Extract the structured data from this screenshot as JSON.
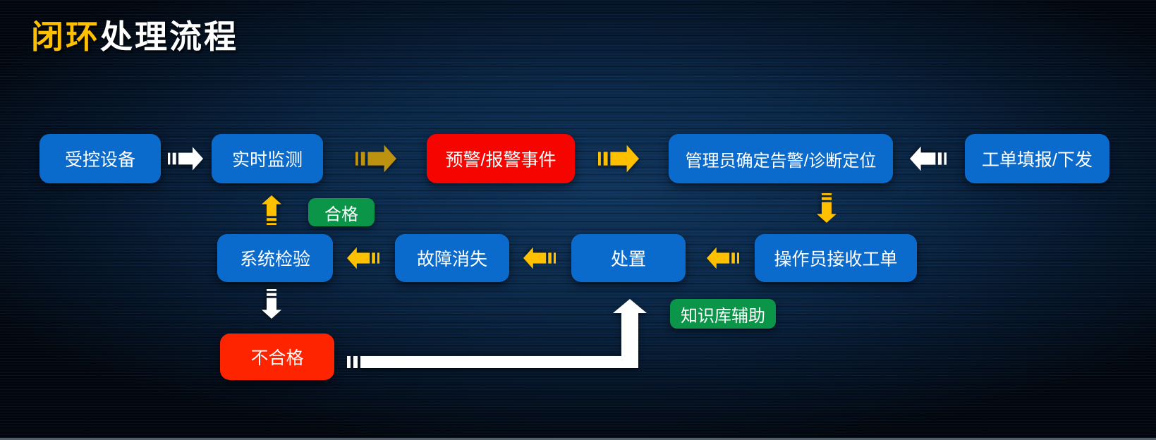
{
  "title": {
    "highlight": "闭环",
    "rest": "处理流程"
  },
  "colors": {
    "blue": "#0B6BCC",
    "red": "#F50400",
    "red2": "#FF2400",
    "green": "#0A9549",
    "yellow": "#FFC000",
    "gold": "#BD9210",
    "title-yellow": "#FFC000",
    "bg-center": "#10345A",
    "bg-edge": "#03070D"
  },
  "flow": {
    "nodes": {
      "controlled_device": "受控设备",
      "realtime_monitor": "实时监测",
      "alarm_event": "预警/报警事件",
      "admin_confirm": "管理员确定告警/诊断定位",
      "ticket_submit": "工单填报/下发",
      "system_check": "系统检验",
      "fault_clear": "故障消失",
      "handle": "处置",
      "operator_receive": "操作员接收工单",
      "unqualified": "不合格"
    },
    "labels": {
      "qualified": "合格",
      "kb_assist": "知识库辅助"
    }
  }
}
